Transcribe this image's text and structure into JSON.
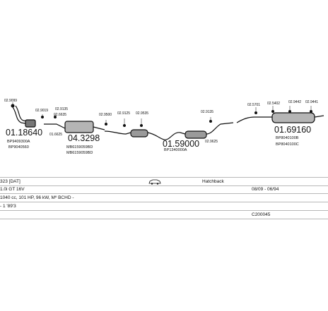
{
  "diagram": {
    "part_numbers": {
      "p_a": "01.18640",
      "p_b": "04.3298",
      "p_c": "01.59000",
      "p_d": "01.69160"
    },
    "ref_codes": {
      "r_a1": "BP9409300A",
      "r_a2": "BP9040560",
      "r_b1": "MB6159059BD",
      "r_b2": "MB6159059BD",
      "r_c1": "BP1340000A",
      "r_d1": "BP8040100B",
      "r_d2": "BP8040100C"
    },
    "small_codes": [
      "02.9099",
      "02.9019",
      "02.9135",
      "02.6635",
      "01.6625",
      "02.9500",
      "02.9125",
      "02.9535",
      "02.9135",
      "02.9625",
      "02.5701",
      "02.5402",
      "02.9442",
      "02.9441"
    ]
  },
  "table": {
    "model": "323  [DAT]",
    "body_type": "Hatchback",
    "engine": "1.0i  GT  16V",
    "dates": "08/09 - 06/94",
    "specs": "1040 cc, 101 HP, 96 kW,  Mº BCHD -",
    "extra": "- 1 '89'3",
    "code": "C200045"
  }
}
